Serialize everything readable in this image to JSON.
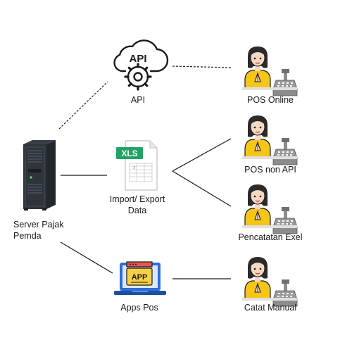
{
  "nodes": {
    "server": {
      "label_line1": "Server Pajak",
      "label_line2": "Pemda"
    },
    "api": {
      "label": "API",
      "icon_text": "API"
    },
    "import_export": {
      "label_line1": "Import/ Export",
      "label_line2": "Data",
      "icon_text": "XLS"
    },
    "apps_pos": {
      "label": "Apps Pos",
      "icon_text": "APP"
    },
    "pos_online": {
      "label": "POS Online"
    },
    "pos_non_api": {
      "label": "POS non API"
    },
    "pencatatan_exel": {
      "label": "Pencatatan Exel"
    },
    "catat_manual": {
      "label": "Catat Manual"
    }
  },
  "colors": {
    "line": "#1a1a1a",
    "xls_green": "#21a366",
    "app_yellow": "#f7d046",
    "app_red": "#e8574a",
    "laptop_blue": "#2f6dd8",
    "shirt_yellow": "#f5c518",
    "hair": "#2b2b2b",
    "register_gray": "#8c8c8c"
  }
}
